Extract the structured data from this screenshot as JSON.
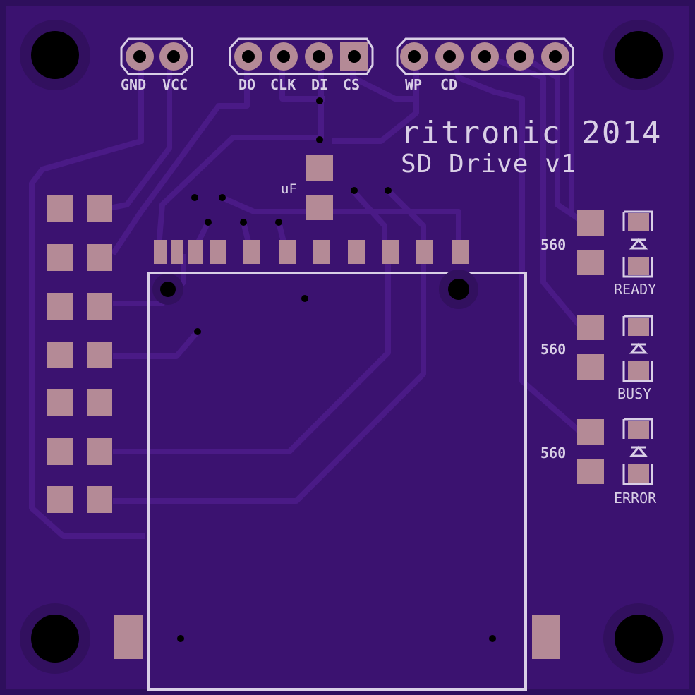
{
  "board": {
    "title": "ritronic 2014",
    "subtitle": "SD Drive v1",
    "header_pins": [
      "GND",
      "VCC",
      "DO",
      "CLK",
      "DI",
      "CS",
      "WP",
      "CD"
    ],
    "capacitor_label": "uF",
    "resistor_label": "560",
    "leds": [
      "READY",
      "BUSY",
      "ERROR"
    ]
  },
  "colors": {
    "board": "#3b1270",
    "board_edge": "#2e0f5c",
    "copper": "#b48a96",
    "silkscreen": "#d9cfe6",
    "trace": "#4a1a86"
  }
}
